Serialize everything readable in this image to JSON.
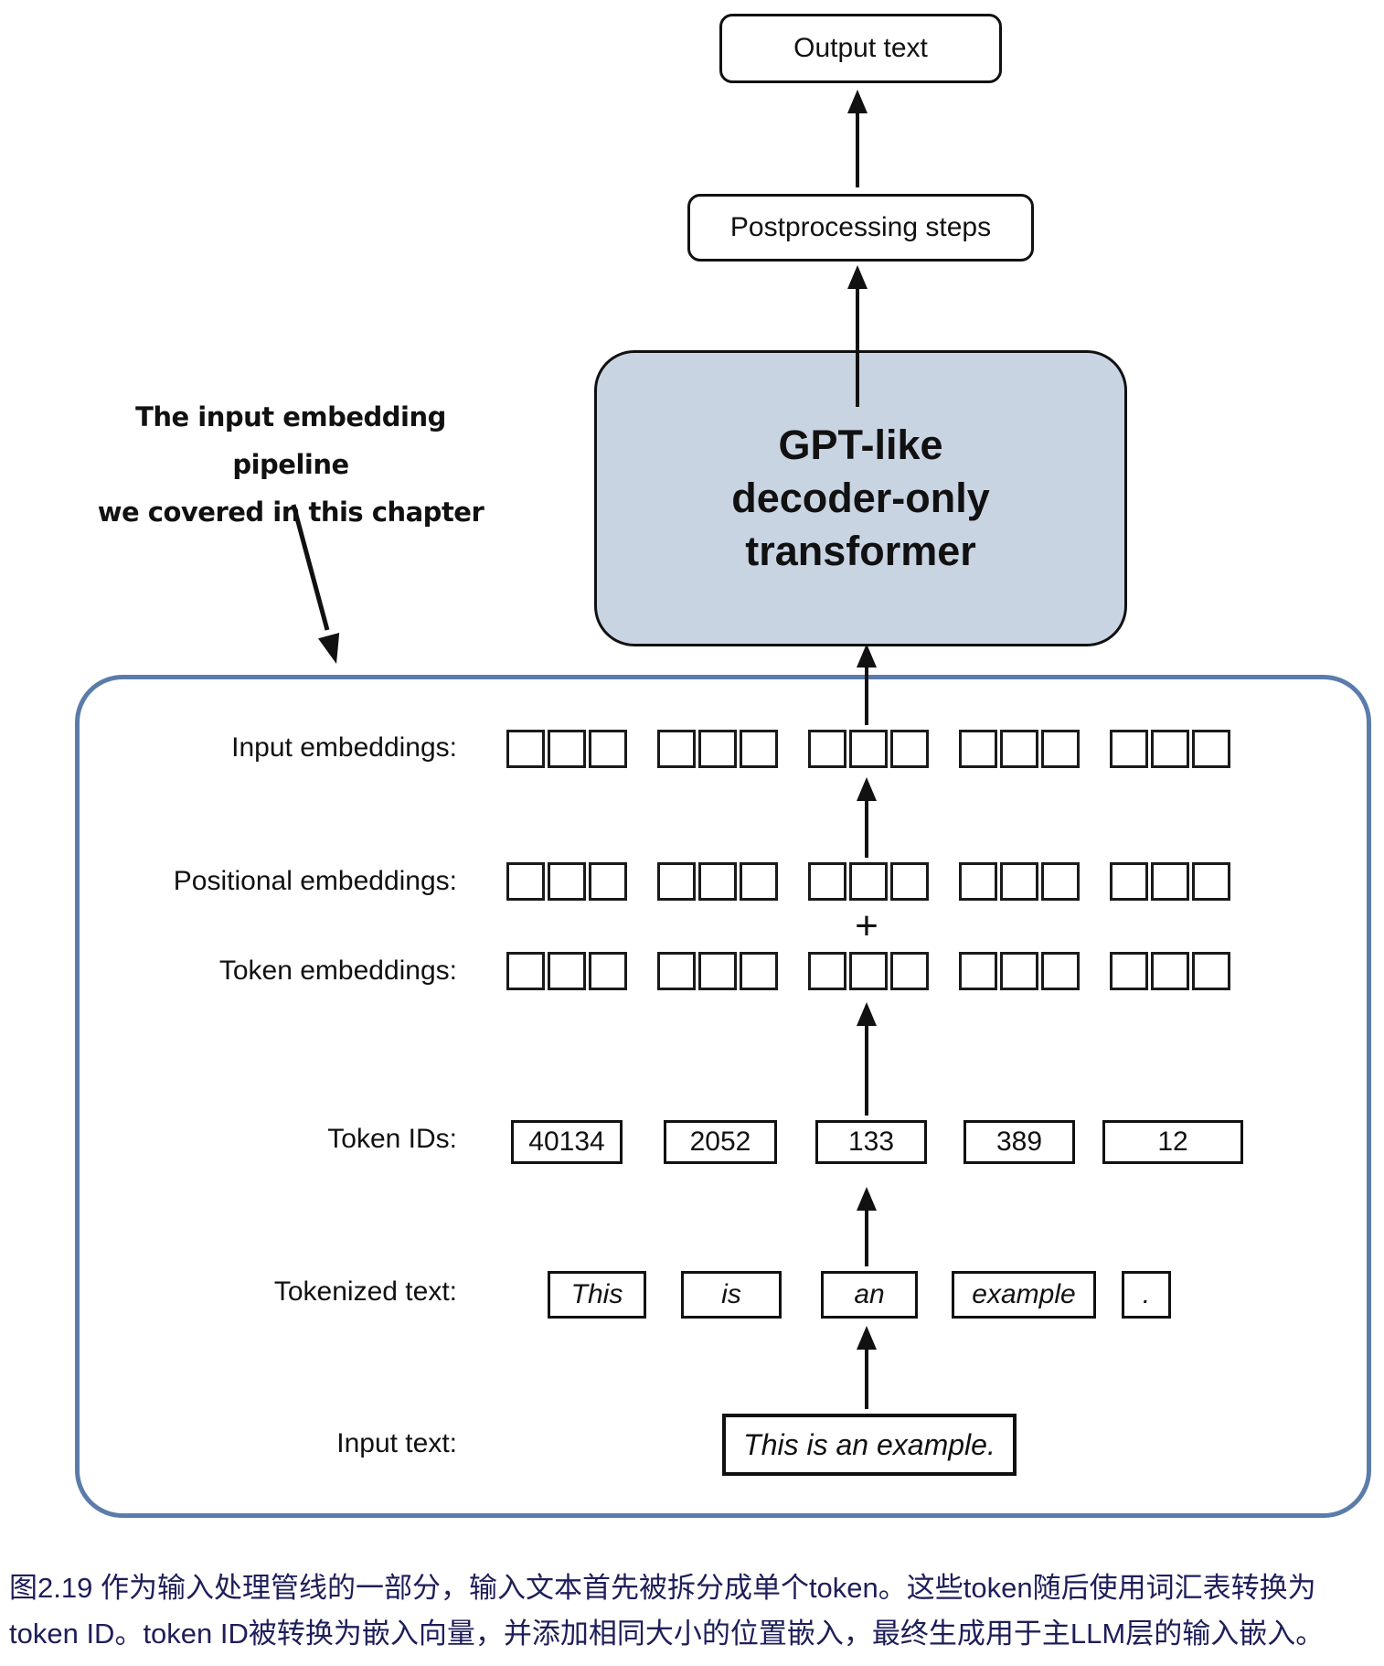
{
  "diagram": {
    "output_box": {
      "label": "Output text"
    },
    "postprocessing_box": {
      "label": "Postprocessing steps"
    },
    "transformer_box": {
      "line1": "GPT-like",
      "line2": "decoder-only",
      "line3": "transformer",
      "fill_color": "#c9d4e3"
    },
    "annotation": {
      "line1": "The input embedding pipeline",
      "line2": "we covered in this chapter"
    },
    "plus_sign": "+",
    "pipeline": {
      "border_color": "#5b7cab",
      "rows": {
        "input_embeddings": {
          "label": "Input embeddings:",
          "groups": 5,
          "cells_per_group": 3
        },
        "positional_embeddings": {
          "label": "Positional embeddings:",
          "groups": 5,
          "cells_per_group": 3
        },
        "token_embeddings": {
          "label": "Token embeddings:",
          "groups": 5,
          "cells_per_group": 3
        },
        "token_ids": {
          "label": "Token IDs:",
          "values": [
            "40134",
            "2052",
            "133",
            "389",
            "12"
          ]
        },
        "tokenized_text": {
          "label": "Tokenized text:",
          "tokens": [
            "This",
            "is",
            "an",
            "example",
            "."
          ]
        },
        "input_text": {
          "label": "Input text:",
          "value": "This is an example."
        }
      }
    }
  },
  "caption": {
    "line1": "图2.19 作为输入处理管线的一部分，输入文本首先被拆分成单个token。这些token随后使用词汇表转换为",
    "line2": "token ID。token ID被转换为嵌入向量，并添加相同大小的位置嵌入，最终生成用于主LLM层的输入嵌入。",
    "text_color": "#1e1e5a"
  }
}
